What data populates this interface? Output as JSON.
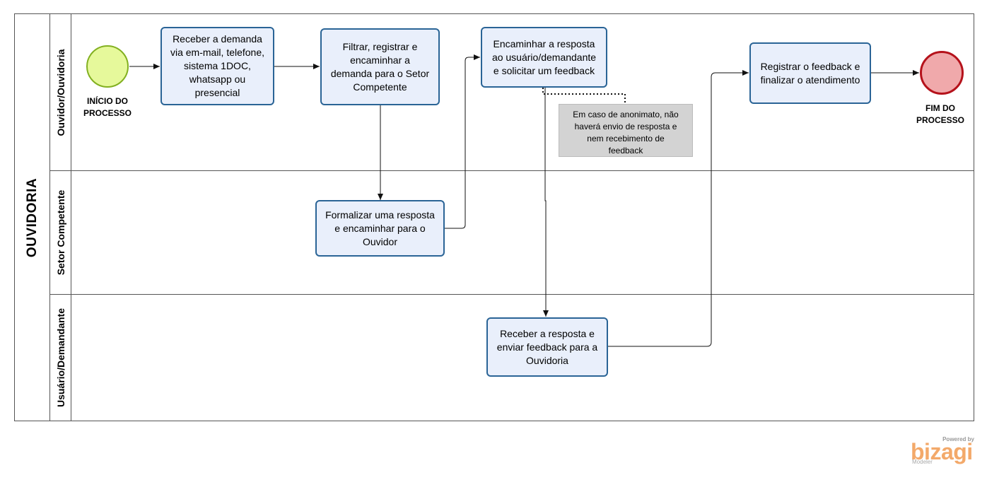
{
  "pool": {
    "title": "OUVIDORIA"
  },
  "lanes": [
    {
      "title": "Ouvidor/Ouvidoria"
    },
    {
      "title": "Setor Competente"
    },
    {
      "title": "Usuário/Demandante"
    }
  ],
  "events": {
    "start": {
      "label_line1": "INÍCIO DO",
      "label_line2": "PROCESSO",
      "fill": "#e6f99b",
      "stroke": "#82b020"
    },
    "end": {
      "label_line1": "FIM DO",
      "label_line2": "PROCESSO",
      "fill": "#f0a9ab",
      "stroke": "#b5121b"
    }
  },
  "tasks": {
    "receber_demanda": [
      "Receber a demanda",
      "via em-mail, telefone,",
      "sistema 1DOC,",
      "whatsapp ou",
      "presencial"
    ],
    "filtrar_registrar": [
      "Filtrar, registrar e",
      "encaminhar a",
      "demanda para o Setor",
      "Competente"
    ],
    "encaminhar_resposta": [
      "Encaminhar a resposta",
      "ao usuário/demandante",
      "e solicitar um feedback"
    ],
    "registrar_feedback": [
      "Registrar o feedback e",
      "finalizar o atendimento"
    ],
    "formalizar_resposta": [
      "Formalizar uma resposta",
      "e encaminhar para o",
      "Ouvidor"
    ],
    "receber_resposta": [
      "Receber a resposta e",
      "enviar feedback para a",
      "Ouvidoria"
    ]
  },
  "annotation": [
    "Em caso de anonimato, não",
    "haverá envio de resposta e",
    "nem recebimento de",
    "feedback"
  ],
  "branding": {
    "powered_by": "Powered by",
    "name": "bizagi",
    "product": "Modeler"
  },
  "colors": {
    "task_fill": "#e9effb",
    "task_border": "#2a6496",
    "annotation_fill": "#d3d3d3",
    "lines": "#555555"
  }
}
